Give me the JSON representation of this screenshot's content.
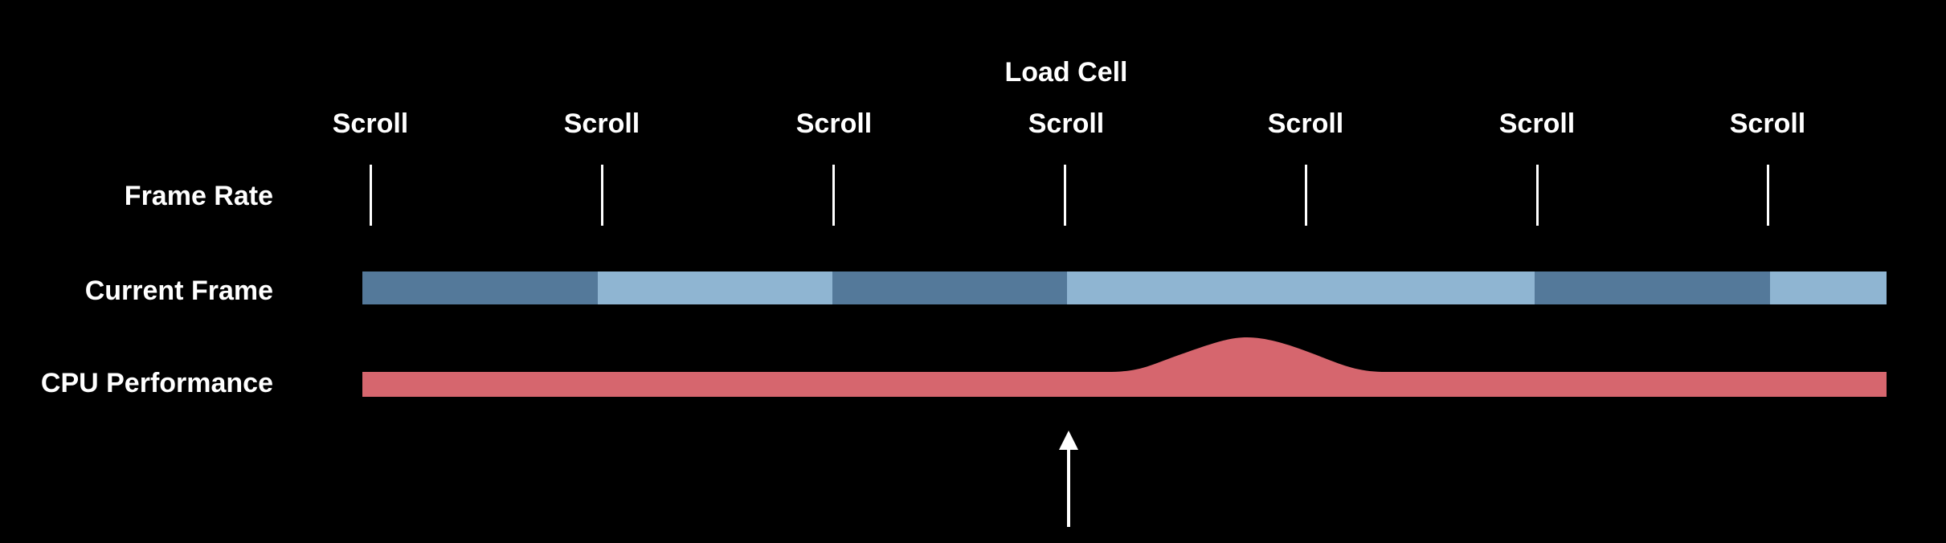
{
  "top_label": "Load Cell",
  "rows": {
    "frame_rate": "Frame Rate",
    "current_frame": "Current Frame",
    "cpu_performance": "CPU Performance"
  },
  "scrolls": [
    "Scroll",
    "Scroll",
    "Scroll",
    "Scroll",
    "Scroll",
    "Scroll",
    "Scroll"
  ],
  "colors": {
    "background": "#000000",
    "frame_dark": "#54799a",
    "frame_light": "#8fb5d2",
    "cpu": "#d6666e",
    "text": "#ffffff"
  }
}
